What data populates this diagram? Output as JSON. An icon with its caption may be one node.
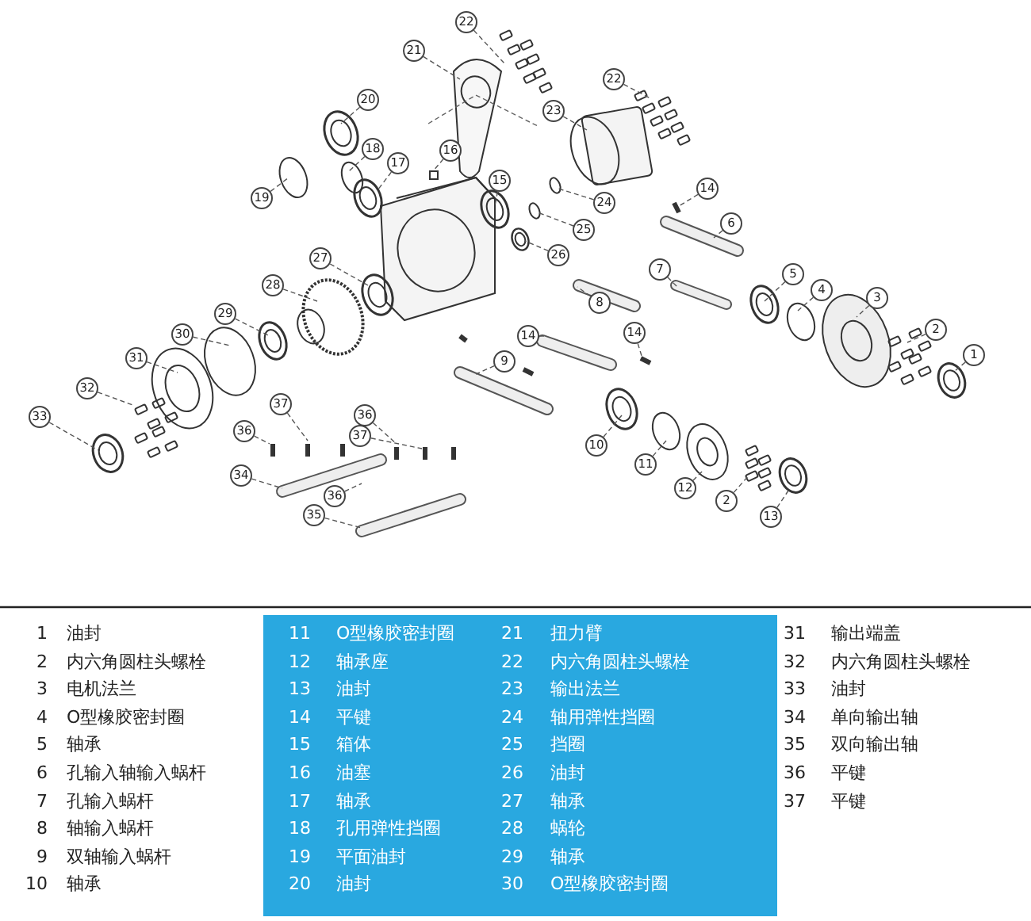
{
  "diagram": {
    "nodes": [
      {
        "text": [
          "22"
        ]
      },
      {
        "text": [
          "21"
        ]
      },
      {
        "text": [
          "22"
        ]
      },
      {
        "text": [
          "23"
        ]
      },
      {
        "text": [
          "20"
        ]
      },
      {
        "text": [
          "18"
        ]
      },
      {
        "text": [
          "17"
        ]
      },
      {
        "text": [
          "16"
        ]
      },
      {
        "text": [
          "19"
        ]
      },
      {
        "text": [
          "15"
        ]
      },
      {
        "text": [
          "24"
        ]
      },
      {
        "text": [
          "25"
        ]
      },
      {
        "text": [
          "26"
        ]
      },
      {
        "text": [
          "14"
        ]
      },
      {
        "text": [
          "6"
        ]
      },
      {
        "text": [
          "27"
        ]
      },
      {
        "text": [
          "28"
        ]
      },
      {
        "text": [
          "7"
        ]
      },
      {
        "text": [
          "8"
        ]
      },
      {
        "text": [
          "5"
        ]
      },
      {
        "text": [
          "4"
        ]
      },
      {
        "text": [
          "3"
        ]
      },
      {
        "text": [
          "14"
        ]
      },
      {
        "text": [
          "14"
        ]
      },
      {
        "text": [
          "29"
        ]
      },
      {
        "text": [
          "30"
        ]
      },
      {
        "text": [
          "9"
        ]
      },
      {
        "text": [
          "31"
        ]
      },
      {
        "text": [
          "2"
        ]
      },
      {
        "text": [
          "1"
        ]
      },
      {
        "text": [
          "32"
        ]
      },
      {
        "text": [
          "37"
        ]
      },
      {
        "text": [
          "36"
        ]
      },
      {
        "text": [
          "33"
        ]
      },
      {
        "text": [
          "36"
        ]
      },
      {
        "text": [
          "37"
        ]
      },
      {
        "text": [
          "34"
        ]
      },
      {
        "text": [
          "36"
        ]
      },
      {
        "text": [
          "35"
        ]
      },
      {
        "text": [
          "10"
        ]
      },
      {
        "text": [
          "11"
        ]
      },
      {
        "text": [
          "12"
        ]
      },
      {
        "text": [
          "2"
        ]
      },
      {
        "text": [
          "13"
        ]
      }
    ],
    "edges": [
      {
        "from": 0,
        "to": null,
        "arrow": "none",
        "style": "dashed"
      },
      {
        "from": 1,
        "to": null,
        "arrow": "none",
        "style": "dashed"
      },
      {
        "from": 2,
        "to": null,
        "arrow": "none",
        "style": "dashed"
      },
      {
        "from": 3,
        "to": null,
        "arrow": "none",
        "style": "dashed"
      },
      {
        "from": 4,
        "to": null,
        "arrow": "none",
        "style": "dashed"
      },
      {
        "from": 5,
        "to": null,
        "arrow": "none",
        "style": "dashed"
      },
      {
        "from": 6,
        "to": null,
        "arrow": "none",
        "style": "dashed"
      },
      {
        "from": 7,
        "to": null,
        "arrow": "none",
        "style": "dashed"
      },
      {
        "from": 8,
        "to": null,
        "arrow": "none",
        "style": "dashed"
      },
      {
        "from": 9,
        "to": null,
        "arrow": "none",
        "style": "dashed"
      },
      {
        "from": 10,
        "to": null,
        "arrow": "none",
        "style": "dashed"
      },
      {
        "from": 11,
        "to": null,
        "arrow": "none",
        "style": "dashed"
      },
      {
        "from": 12,
        "to": null,
        "arrow": "none",
        "style": "dashed"
      },
      {
        "from": 13,
        "to": null,
        "arrow": "none",
        "style": "dashed"
      },
      {
        "from": 14,
        "to": null,
        "arrow": "none",
        "style": "dashed"
      },
      {
        "from": 15,
        "to": null,
        "arrow": "none",
        "style": "dashed"
      },
      {
        "from": 16,
        "to": null,
        "arrow": "none",
        "style": "dashed"
      },
      {
        "from": 17,
        "to": null,
        "arrow": "none",
        "style": "dashed"
      },
      {
        "from": 18,
        "to": null,
        "arrow": "none",
        "style": "dashed"
      },
      {
        "from": 19,
        "to": null,
        "arrow": "none",
        "style": "dashed"
      },
      {
        "from": 20,
        "to": null,
        "arrow": "none",
        "style": "dashed"
      },
      {
        "from": 21,
        "to": null,
        "arrow": "none",
        "style": "dashed"
      },
      {
        "from": 22,
        "to": null,
        "arrow": "none",
        "style": "dashed"
      },
      {
        "from": 23,
        "to": null,
        "arrow": "none",
        "style": "dashed"
      },
      {
        "from": 24,
        "to": null,
        "arrow": "none",
        "style": "dashed"
      },
      {
        "from": 25,
        "to": null,
        "arrow": "none",
        "style": "dashed"
      },
      {
        "from": 26,
        "to": null,
        "arrow": "none",
        "style": "dashed"
      },
      {
        "from": 27,
        "to": null,
        "arrow": "none",
        "style": "dashed"
      },
      {
        "from": 28,
        "to": null,
        "arrow": "none",
        "style": "dashed"
      },
      {
        "from": 29,
        "to": null,
        "arrow": "none",
        "style": "dashed"
      },
      {
        "from": 30,
        "to": null,
        "arrow": "none",
        "style": "dashed"
      },
      {
        "from": 31,
        "to": null,
        "arrow": "none",
        "style": "dashed"
      },
      {
        "from": 32,
        "to": null,
        "arrow": "none",
        "style": "dashed"
      },
      {
        "from": 33,
        "to": null,
        "arrow": "none",
        "style": "dashed"
      },
      {
        "from": 34,
        "to": null,
        "arrow": "none",
        "style": "dashed"
      },
      {
        "from": 35,
        "to": null,
        "arrow": "none",
        "style": "dashed"
      },
      {
        "from": 36,
        "to": null,
        "arrow": "none",
        "style": "dashed"
      },
      {
        "from": 37,
        "to": null,
        "arrow": "none",
        "style": "dashed"
      },
      {
        "from": 38,
        "to": null,
        "arrow": "none",
        "style": "dashed"
      },
      {
        "from": 39,
        "to": null,
        "arrow": "none",
        "style": "dashed"
      },
      {
        "from": 40,
        "to": null,
        "arrow": "none",
        "style": "dashed"
      },
      {
        "from": 41,
        "to": null,
        "arrow": "none",
        "style": "dashed"
      },
      {
        "from": 42,
        "to": null,
        "arrow": "none",
        "style": "dashed"
      },
      {
        "from": 43,
        "to": null,
        "arrow": "none",
        "style": "dashed"
      }
    ],
    "labels": [
      "1",
      "油封",
      "11",
      "O型橡胶密封圈",
      "21",
      "扭力臂",
      "31",
      "输出端盖",
      "2",
      "内六角圆柱头螺栓",
      "12",
      "轴承座",
      "22",
      "内六角圆柱头螺栓",
      "32",
      "内六角圆柱头螺栓",
      "3",
      "电机法兰",
      "13",
      "油封",
      "23",
      "输出法兰",
      "33",
      "油封",
      "4",
      "O型橡胶密封圈",
      "14",
      "平键",
      "24",
      "轴用弹性挡圈",
      "34",
      "单向输出轴",
      "5",
      "轴承",
      "15",
      "箱体",
      "25",
      "挡圈",
      "35",
      "双向输出轴",
      "6",
      "孔输入轴输入蜗杆",
      "16",
      "油塞",
      "26",
      "油封",
      "36",
      "平键",
      "7",
      "孔输入蜗杆",
      "17",
      "轴承",
      "27",
      "轴承",
      "37",
      "平键",
      "8",
      "轴输入蜗杆",
      "18",
      "孔用弹性挡圈",
      "28",
      "蜗轮",
      "9",
      "双轴输入蜗杆",
      "19",
      "平面油封",
      "29",
      "轴承",
      "10",
      "轴承",
      "20",
      "油封",
      "30",
      "O型橡胶密封圈"
    ]
  }
}
